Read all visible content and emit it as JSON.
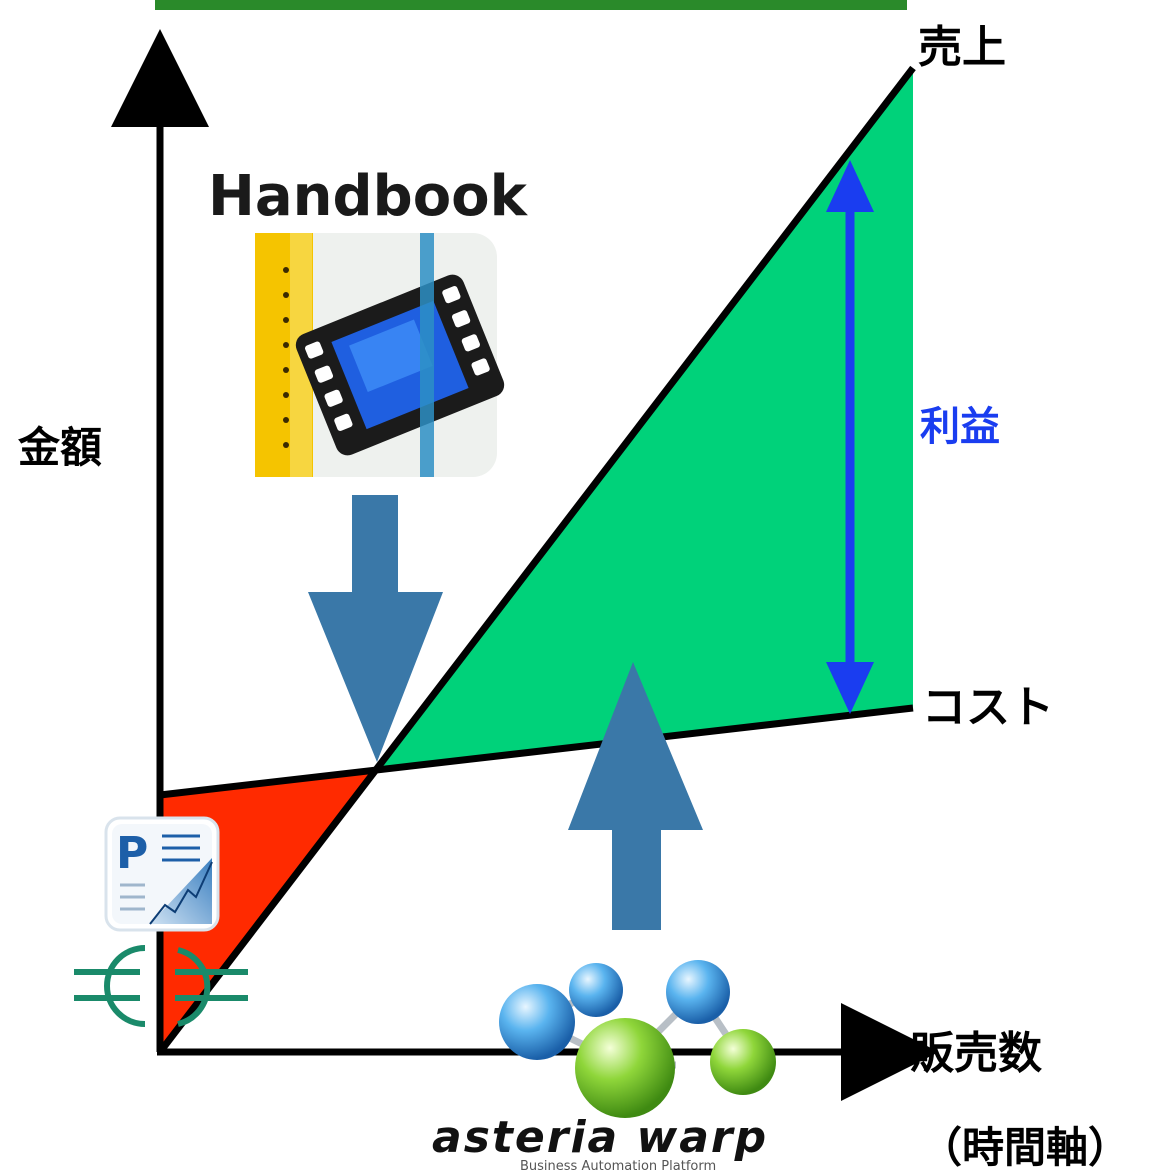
{
  "labels": {
    "y_axis": "金額",
    "x_axis": "販売数",
    "x_axis_sub": "（時間軸）",
    "sales_line": "売上",
    "cost_line": "コスト",
    "profit": "利益",
    "handbook": "Handbook",
    "asteria_logo": "asteria warp",
    "asteria_tagline": "Business Automation Platform"
  },
  "colors": {
    "profit_fill": "#00d27a",
    "loss_fill": "#ff2a00",
    "profit_arrow": "#1a3df0",
    "profit_label": "#1a3df0",
    "big_arrow": "#3a78a8",
    "top_bar": "#2a8a2a",
    "line": "#000000"
  },
  "icons": {
    "handbook_app": "handbook-app-icon",
    "p_app": "pdf-report-app-icon",
    "connector": "connector-icon",
    "asteria": "molecule-logo-icon"
  }
}
